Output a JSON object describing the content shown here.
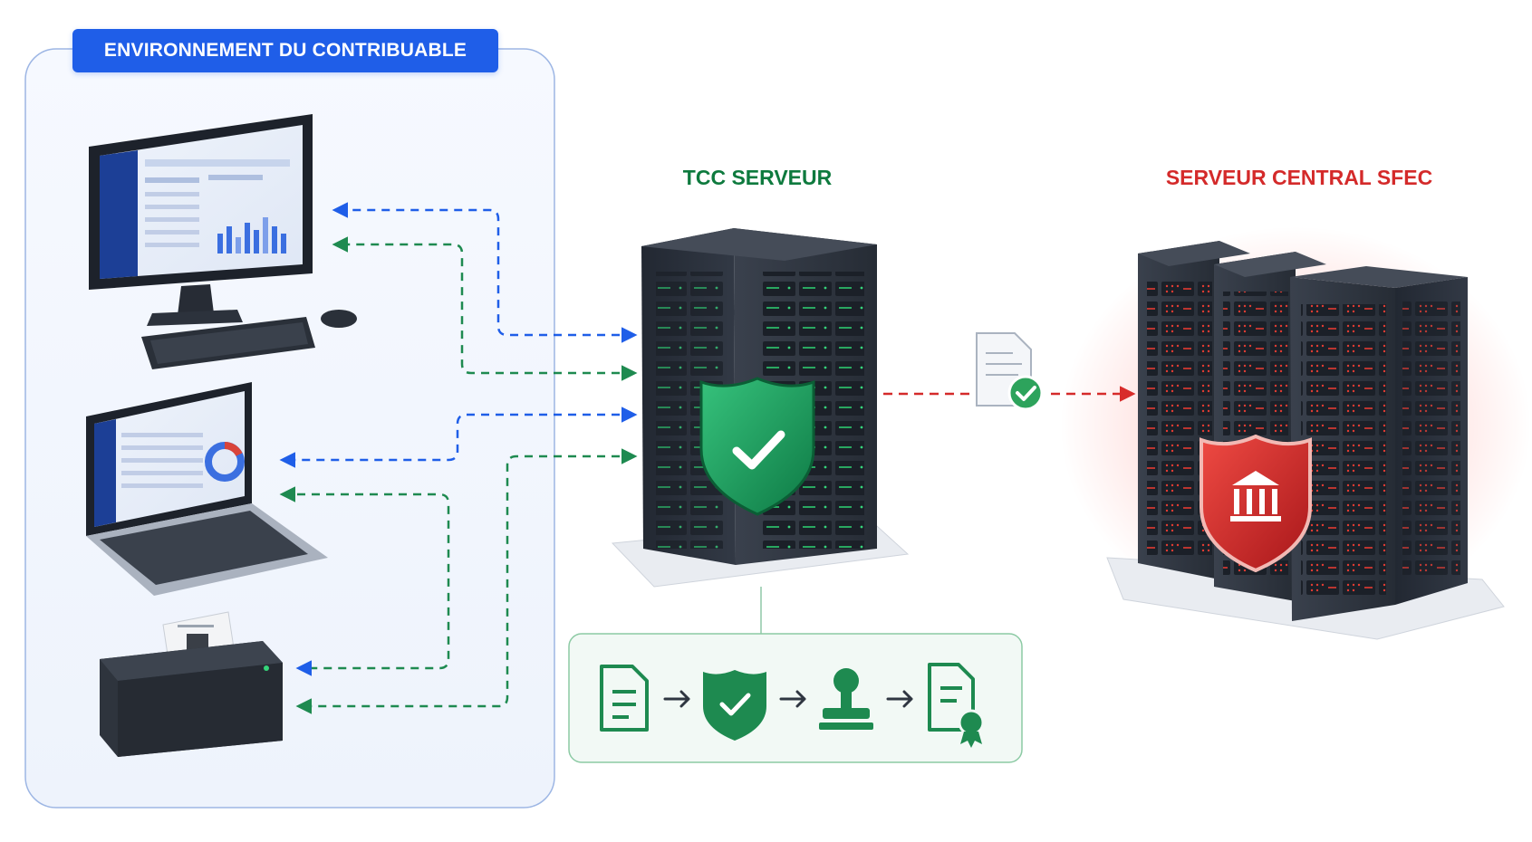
{
  "environment": {
    "label": "ENVIRONNEMENT DU CONTRIBUABLE"
  },
  "tcc": {
    "title": "TCC SERVEUR"
  },
  "sfec": {
    "title": "SERVEUR CENTRAL SFEC"
  },
  "devices": [
    {
      "name": "desktop-computer"
    },
    {
      "name": "laptop-computer"
    },
    {
      "name": "receipt-printer"
    }
  ],
  "process_steps": [
    {
      "icon": "document-icon"
    },
    {
      "icon": "shield-check-icon"
    },
    {
      "icon": "stamp-icon"
    },
    {
      "icon": "certified-document-icon"
    }
  ],
  "colors": {
    "blue": "#1f5ee8",
    "green": "#1e8a50",
    "red": "#d42a2a",
    "rack": "#2f3641"
  }
}
